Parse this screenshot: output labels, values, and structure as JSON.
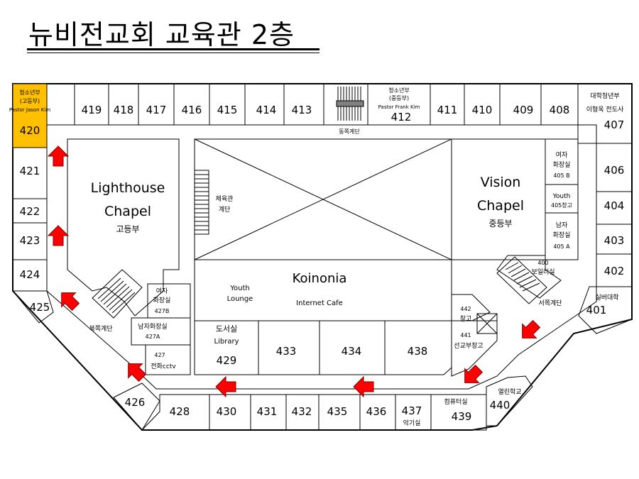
{
  "title": "뉴비전교회 교육관 2층",
  "colors": {
    "highlight": "#FFC000",
    "arrow": "#FF0000",
    "stair": "#808080"
  },
  "rooms": {
    "r420": {
      "dept": "청소년부",
      "dept2": "(고등부)",
      "pastor": "Pastor Jason Kim",
      "num": "420"
    },
    "r419": "419",
    "r418": "418",
    "r417": "417",
    "r416": "416",
    "r415": "415",
    "r414": "414",
    "r413": "413",
    "east_stair": "동쪽계단",
    "r412": {
      "dept": "청소년부",
      "dept2": "(중등부)",
      "pastor": "Pastor Frank Kim",
      "num": "412"
    },
    "r411": "411",
    "r410": "410",
    "r409": "409",
    "r408": "408",
    "r407": {
      "dept": "대학청년부",
      "pastor": "이형욱 전도사",
      "num": "407"
    },
    "r421": "421",
    "r422": "422",
    "r423": "423",
    "r424": "424",
    "r425": "425",
    "r426": "426",
    "r406": "406",
    "r404": "404",
    "r403": "403",
    "r402": "402",
    "r401": {
      "name": "실버대학",
      "num": "401"
    },
    "lighthouse": {
      "line1": "Lighthouse",
      "line2": "Chapel",
      "dept": "고등부"
    },
    "gym_stair": {
      "line1": "체육관",
      "line2": "계단"
    },
    "vision": {
      "line1": "Vision",
      "line2": "Chapel",
      "dept": "중등부"
    },
    "r405b": {
      "line1": "여자",
      "line2": "화장실",
      "num": "405 B"
    },
    "r405": {
      "line1": "Youth",
      "line2": "405창고"
    },
    "r405a": {
      "line1": "남자",
      "line2": "화장실",
      "num": "405 A"
    },
    "koinonia": {
      "name": "Koinonia",
      "sub": "Internet Cafe"
    },
    "youth_lounge": {
      "line1": "Youth",
      "line2": "Lounge"
    },
    "r400": {
      "num": "400",
      "name": "보일러실"
    },
    "west_stair": "서쪽계단",
    "north_stair": "북쪽계단",
    "r427b": {
      "line1": "여자",
      "line2": "화장실",
      "num": "427B"
    },
    "r427a": {
      "line1": "남자화장실",
      "num": "427A"
    },
    "r427": {
      "num": "427",
      "name": "전화cctv"
    },
    "r429": {
      "line1": "도서실",
      "line2": "Library",
      "num": "429"
    },
    "r433": "433",
    "r434": "434",
    "r438": "438",
    "r442": {
      "num": "442",
      "name": "창고"
    },
    "r441": {
      "num": "441",
      "name": "선교부창고"
    },
    "r428": "428",
    "r430": "430",
    "r431": "431",
    "r432": "432",
    "r435": "435",
    "r436": "436",
    "r437": {
      "num": "437",
      "name": "악기실"
    },
    "r439": {
      "name": "컴퓨터실",
      "num": "439"
    },
    "r440": {
      "name": "열린학교",
      "num": "440"
    }
  },
  "arrows": [
    {
      "direction": "up"
    },
    {
      "direction": "up"
    },
    {
      "direction": "up-left"
    },
    {
      "direction": "up-left"
    },
    {
      "direction": "left"
    },
    {
      "direction": "left"
    },
    {
      "direction": "down-left"
    },
    {
      "direction": "down-left"
    }
  ]
}
